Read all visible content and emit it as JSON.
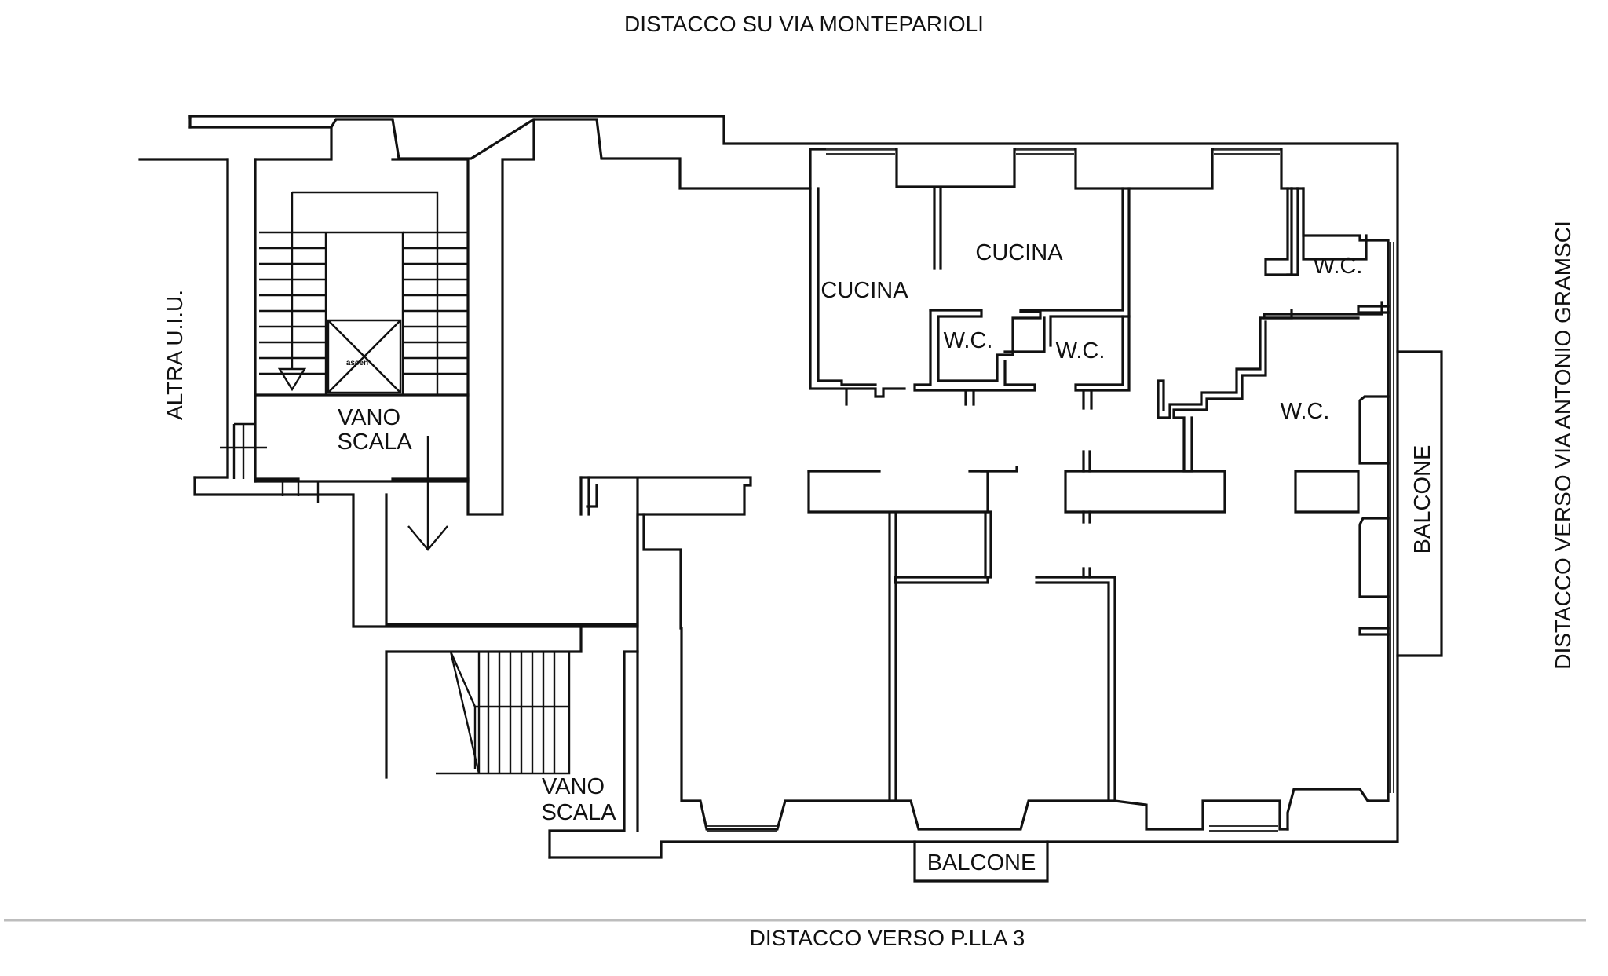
{
  "labels": {
    "top": "DISTACCO SU VIA MONTEPARIOLI",
    "bottom": "DISTACCO VERSO P.LLA 3",
    "right": "DISTACCO VERSO VIA ANTONIO GRAMSCI",
    "left": "ALTRA U.I.U.",
    "vano_scala": "VANO",
    "vano_scala_2": "SCALA",
    "cucina": "CUCINA",
    "wc": "W.C.",
    "balcone": "BALCONE",
    "lift_mark": "ascen"
  },
  "colors": {
    "ink": "#111111",
    "paper": "#ffffff"
  }
}
